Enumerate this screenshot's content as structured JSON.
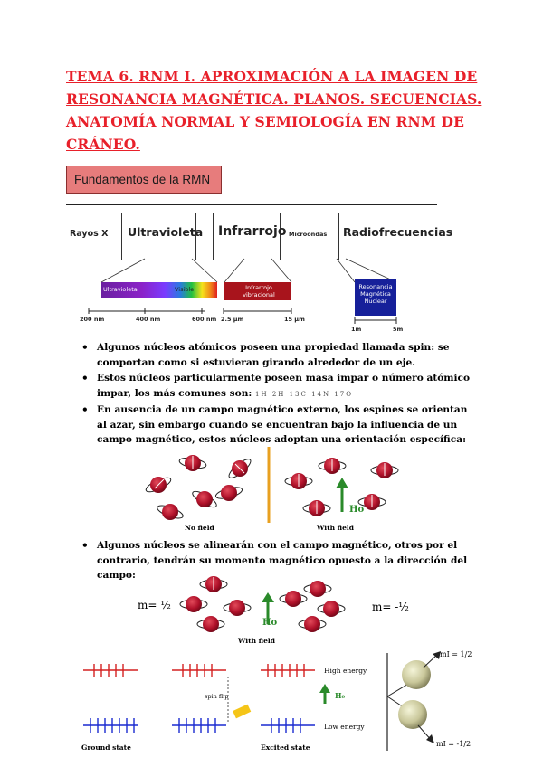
{
  "title": "TEMA 6. RNM I. APROXIMACIÓN A LA IMAGEN DE RESONANCIA MAGNÉTICA. PLANOS. SECUENCIAS. ANATOMÍA NORMAL Y SEMIOLOGÍA EN RNM DE CRÁNEO.",
  "section_heading": "Fundamentos de la RMN",
  "spectrum": {
    "bands": [
      "Rayos X",
      "Ultravioleta",
      "Infrarrojo",
      "Microondas",
      "Radiofrecuencias"
    ],
    "bars": [
      "Ultravioleta",
      "Visible",
      "Infrarrojo vibracional",
      "Resonancia Magnética Nuclear"
    ],
    "scale_labels": [
      "200 nm",
      "400 nm",
      "600 nm",
      "2.5 µm",
      "15 µm",
      "1m",
      "5m"
    ]
  },
  "bullets": [
    "Algunos núcleos atómicos poseen una propiedad llamada spin: se comportan como si estuvieran girando alrededor de un eje.",
    "Estos núcleos particularmente poseen masa impar o número atómico impar, los más comunes son:",
    "En ausencia de un campo magnético externo, los espines se orientan al azar, sin embargo cuando se encuentran bajo la influencia de un campo magnético, estos núcleos adoptan una orientación específica:",
    "Algunos núcleos se alinearán con el campo magnético, otros por el contrario, tendrán su momento magnético opuesto a la dirección del campo:"
  ],
  "isotopes": "1H  2H  13C  14N  17O",
  "figure1": {
    "no_field": "No field",
    "with_field": "With field",
    "field_symbol": "Ho"
  },
  "figure2": {
    "m_left": "m= ½",
    "m_right": "m= -½",
    "with_field": "With field",
    "field_symbol": "Ho"
  },
  "figure3": {
    "high_energy": "High energy",
    "low_energy": "Low energy",
    "spin_flip": "spin flip",
    "ground": "Ground state",
    "excited": "Excited state",
    "h0": "H₀",
    "m_up": "mI = 1/2",
    "m_down": "mI = -1/2"
  },
  "colors": {
    "title": "#e8202a",
    "heading_bg": "#e77c7c",
    "nucleus": "#b0112a",
    "arrow_green": "#2a8a2a"
  }
}
